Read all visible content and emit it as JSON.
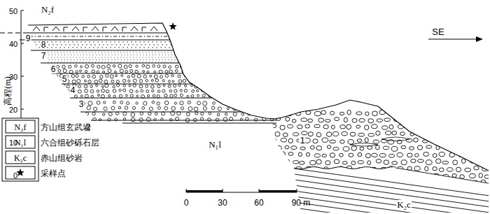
{
  "diagram": {
    "labels": [
      "N₂f",
      "9",
      "8",
      "7",
      "6",
      "5",
      "4",
      "3",
      "2",
      "1",
      "N₁l",
      "K₂c",
      "SE",
      "高程(m)",
      "50",
      "40",
      "30",
      "20",
      "10",
      "0",
      "N₂f",
      "N₁l",
      "K₂c",
      "0",
      "30",
      "60",
      "90 m"
    ],
    "legend": [
      {
        "text": "方山组玄武岩"
      },
      {
        "text": "六合组砂砾石层"
      },
      {
        "text": "赤山组砂岩"
      },
      {
        "text": "采样点"
      }
    ]
  }
}
